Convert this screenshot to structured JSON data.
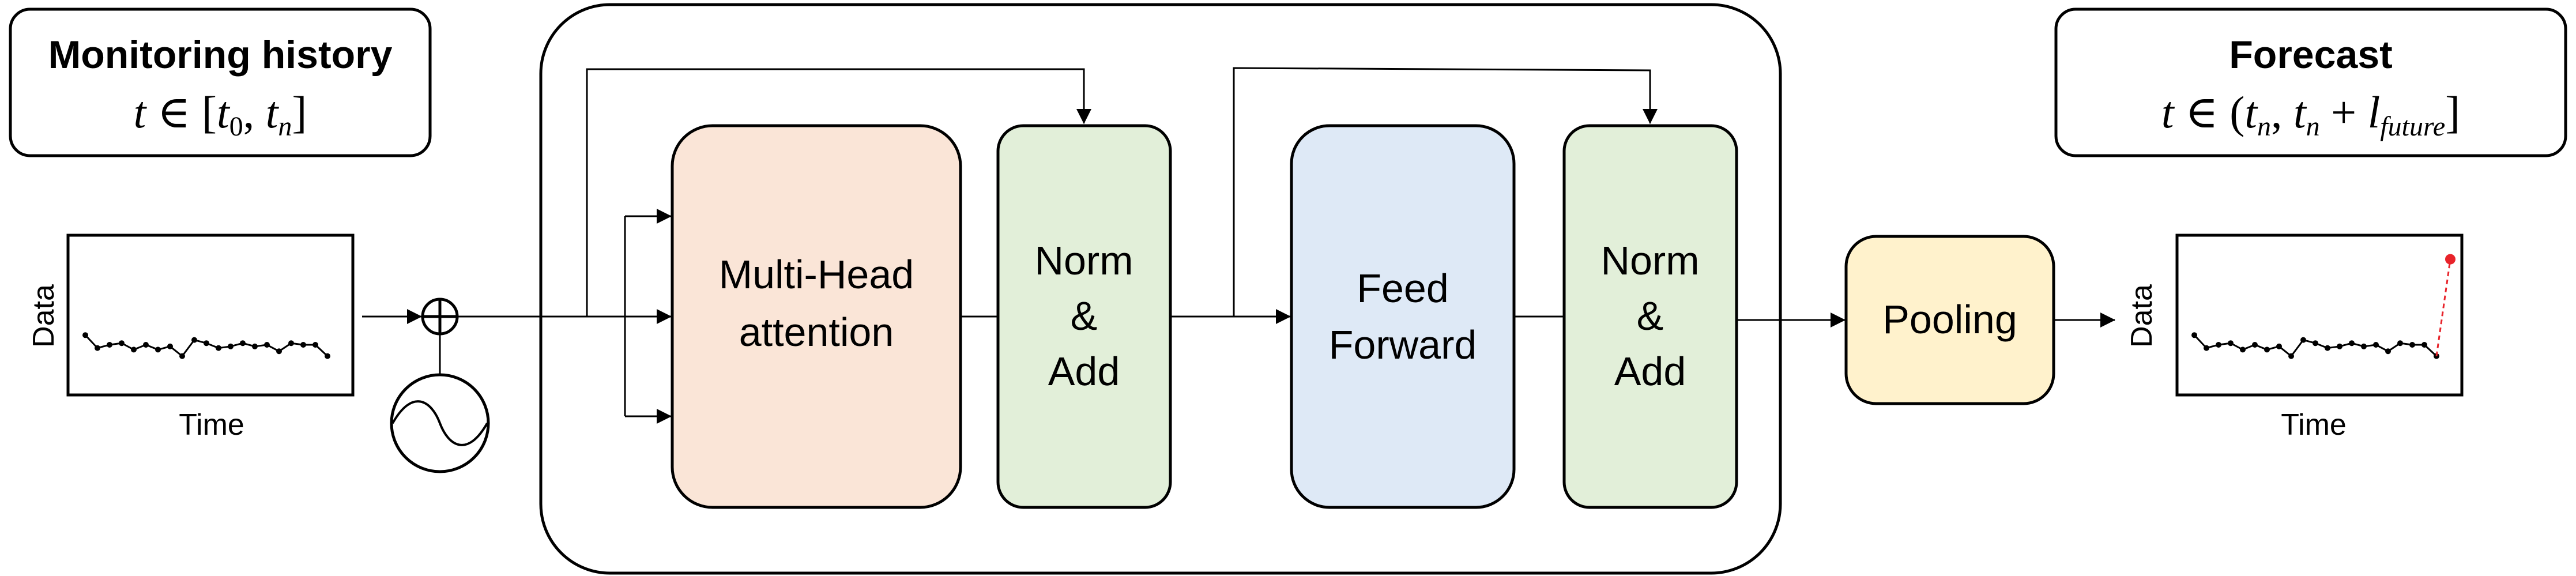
{
  "history_panel": {
    "title": "Monitoring history",
    "interval": {
      "var": "t",
      "rel": "∈",
      "open": "[",
      "a": "t",
      "a_sub": "0",
      "sep": ", ",
      "b": "t",
      "b_sub": "n",
      "close": "]"
    }
  },
  "forecast_panel": {
    "title": "Forecast",
    "interval": {
      "var": "t",
      "rel": "∈",
      "open": "(",
      "a": "t",
      "a_sub": "n",
      "sep": ", ",
      "b": "t",
      "b_sub": "n",
      "plus": " + ",
      "c": "l",
      "c_sub": "future",
      "close": "]"
    }
  },
  "input_plot": {
    "ylabel": "Data",
    "xlabel": "Time"
  },
  "output_plot": {
    "ylabel": "Data",
    "xlabel": "Time"
  },
  "blocks": {
    "attention": [
      "Multi-Head",
      "attention"
    ],
    "norm_add_1": [
      "Norm",
      "&",
      "Add"
    ],
    "feed_forward": [
      "Feed",
      "Forward"
    ],
    "norm_add_2": [
      "Norm",
      "&",
      "Add"
    ],
    "pooling": "Pooling"
  },
  "colors": {
    "attention": "#fae5d7",
    "norm_add": "#e2efd9",
    "feed_forward": "#dee9f6",
    "pooling": "#fff2cc",
    "forecast_point": "#e8232a"
  },
  "chart_data": [
    {
      "type": "line",
      "name": "input-series",
      "xlabel": "Time",
      "ylabel": "Data",
      "series": [
        {
          "values": [
            3.1,
            2.3,
            2.5,
            2.6,
            2.2,
            2.5,
            2.2,
            2.4,
            1.8,
            2.8,
            2.6,
            2.3,
            2.4,
            2.6,
            2.4,
            2.5,
            2.1,
            2.6,
            2.5,
            2.5,
            1.8
          ]
        }
      ]
    },
    {
      "type": "line",
      "name": "forecast-series",
      "xlabel": "Time",
      "ylabel": "Data",
      "series": [
        {
          "values": [
            3.1,
            2.3,
            2.5,
            2.6,
            2.2,
            2.5,
            2.2,
            2.4,
            1.8,
            2.8,
            2.6,
            2.3,
            2.4,
            2.6,
            2.4,
            2.5,
            2.1,
            2.6,
            2.5,
            2.5,
            1.8
          ]
        },
        {
          "values": [
            1.8,
            7.8
          ]
        }
      ]
    }
  ]
}
